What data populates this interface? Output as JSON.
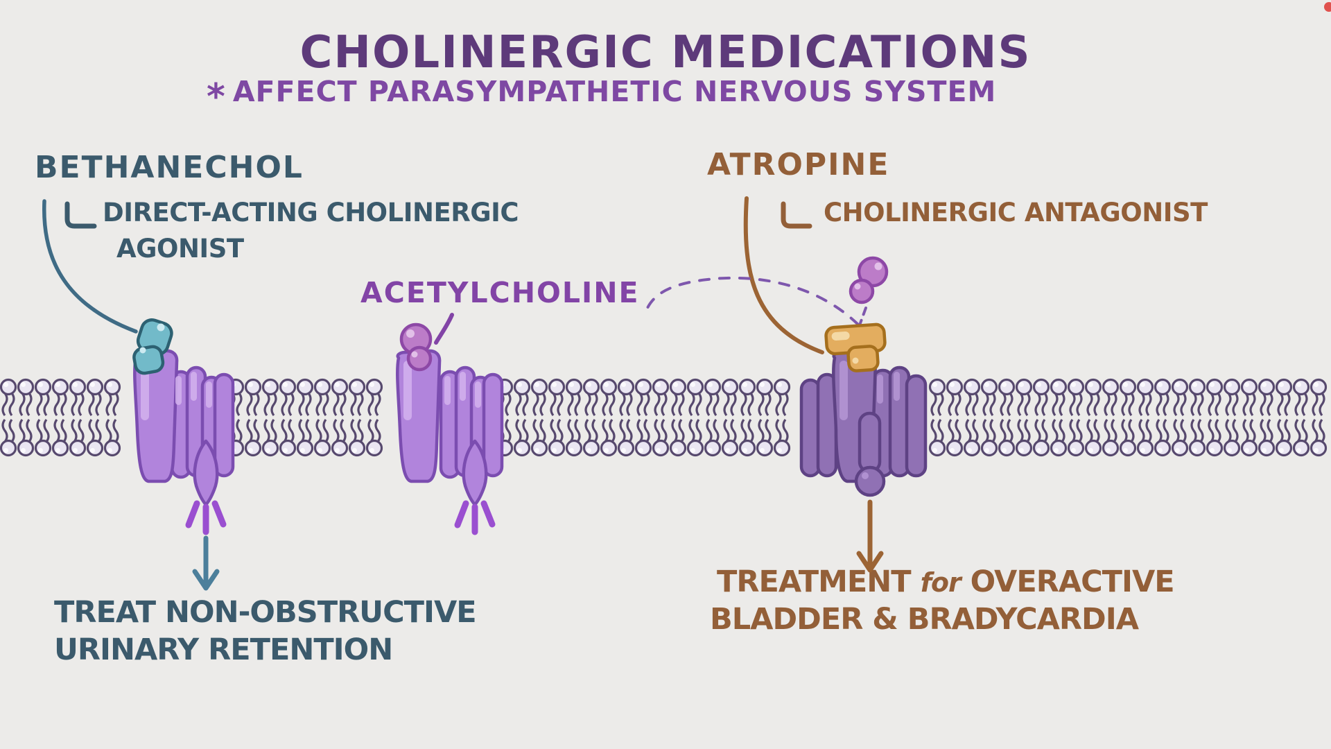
{
  "page": {
    "background": "#ecebe9"
  },
  "header": {
    "title": "CHOLINERGIC MEDICATIONS",
    "subtitle_marker": "*",
    "subtitle": "AFFECT PARASYMPATHETIC NERVOUS SYSTEM"
  },
  "left_drug": {
    "name": "BETHANECHOL",
    "class_line1": "DIRECT-ACTING CHOLINERGIC",
    "class_line2": "AGONIST",
    "outcome_line1": "TREAT NON-OBSTRUCTIVE",
    "outcome_line2": "URINARY RETENTION",
    "text_color": "#3b5a6c"
  },
  "ligand": {
    "label": "ACETYLCHOLINE",
    "text_color": "#8244a6"
  },
  "right_drug": {
    "name": "ATROPINE",
    "class_label": "CHOLINERGIC ANTAGONIST",
    "outcome_word1": "TREATMENT",
    "outcome_word2": "for",
    "outcome_word3": "OVERACTIVE",
    "outcome_line2": "BLADDER & BRADYCARDIA",
    "text_color": "#935f38"
  },
  "diagram": {
    "membrane_color": "#57496e",
    "lipid_head_fill": "#eae6f2",
    "receptor_color": "#b184dc",
    "receptor_outline": "#7b4db0",
    "receptor_blocked_color": "#9071b4",
    "receptor_blocked_outline": "#5e4284",
    "bethanechol_color": "#72bac9",
    "bethanechol_outline": "#2d6172",
    "acetylcholine_color": "#bc7cc8",
    "acetylcholine_outline": "#8d48a6",
    "atropine_color": "#e3ad5f",
    "atropine_outline": "#a56f1d",
    "signal_color": "#9a4fd0",
    "teal_arrow_color": "#4c7f9b",
    "brown_arrow_color": "#9c6434"
  }
}
